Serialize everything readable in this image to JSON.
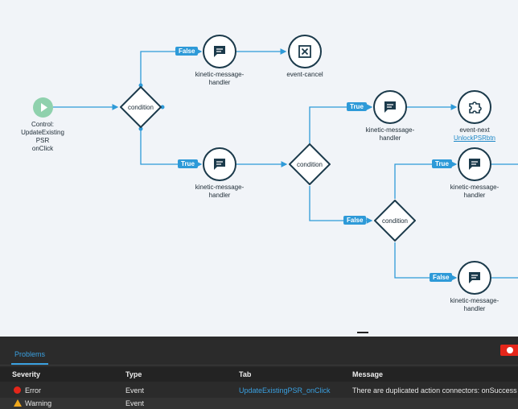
{
  "flow": {
    "start_label": [
      "Control:",
      "UpdateExisting",
      "PSR",
      "onClick"
    ],
    "condition_label": "condition",
    "handler_label": [
      "kinetic-message-",
      "handler"
    ],
    "event_cancel_label": "event-cancel",
    "event_next_label": "event-next",
    "event_next_link": "UnlockPSRbtn",
    "tag_true": "True",
    "tag_false": "False"
  },
  "problems_panel": {
    "tab_label": "Problems",
    "columns": [
      "Severity",
      "Type",
      "Tab",
      "Message"
    ],
    "rows": [
      {
        "severity": "Error",
        "type": "Event",
        "tab": "UpdateExistingPSR_onClick",
        "message": "There are duplicated action connectors: onSuccess"
      },
      {
        "severity": "Warning",
        "type": "Event",
        "tab": "",
        "message": ""
      }
    ]
  },
  "colors": {
    "edge": "#2e9ad8",
    "node_border": "#1b3a4b",
    "start": "#8fd1ad",
    "error": "#e5261a",
    "accent": "#3aa0e0"
  }
}
